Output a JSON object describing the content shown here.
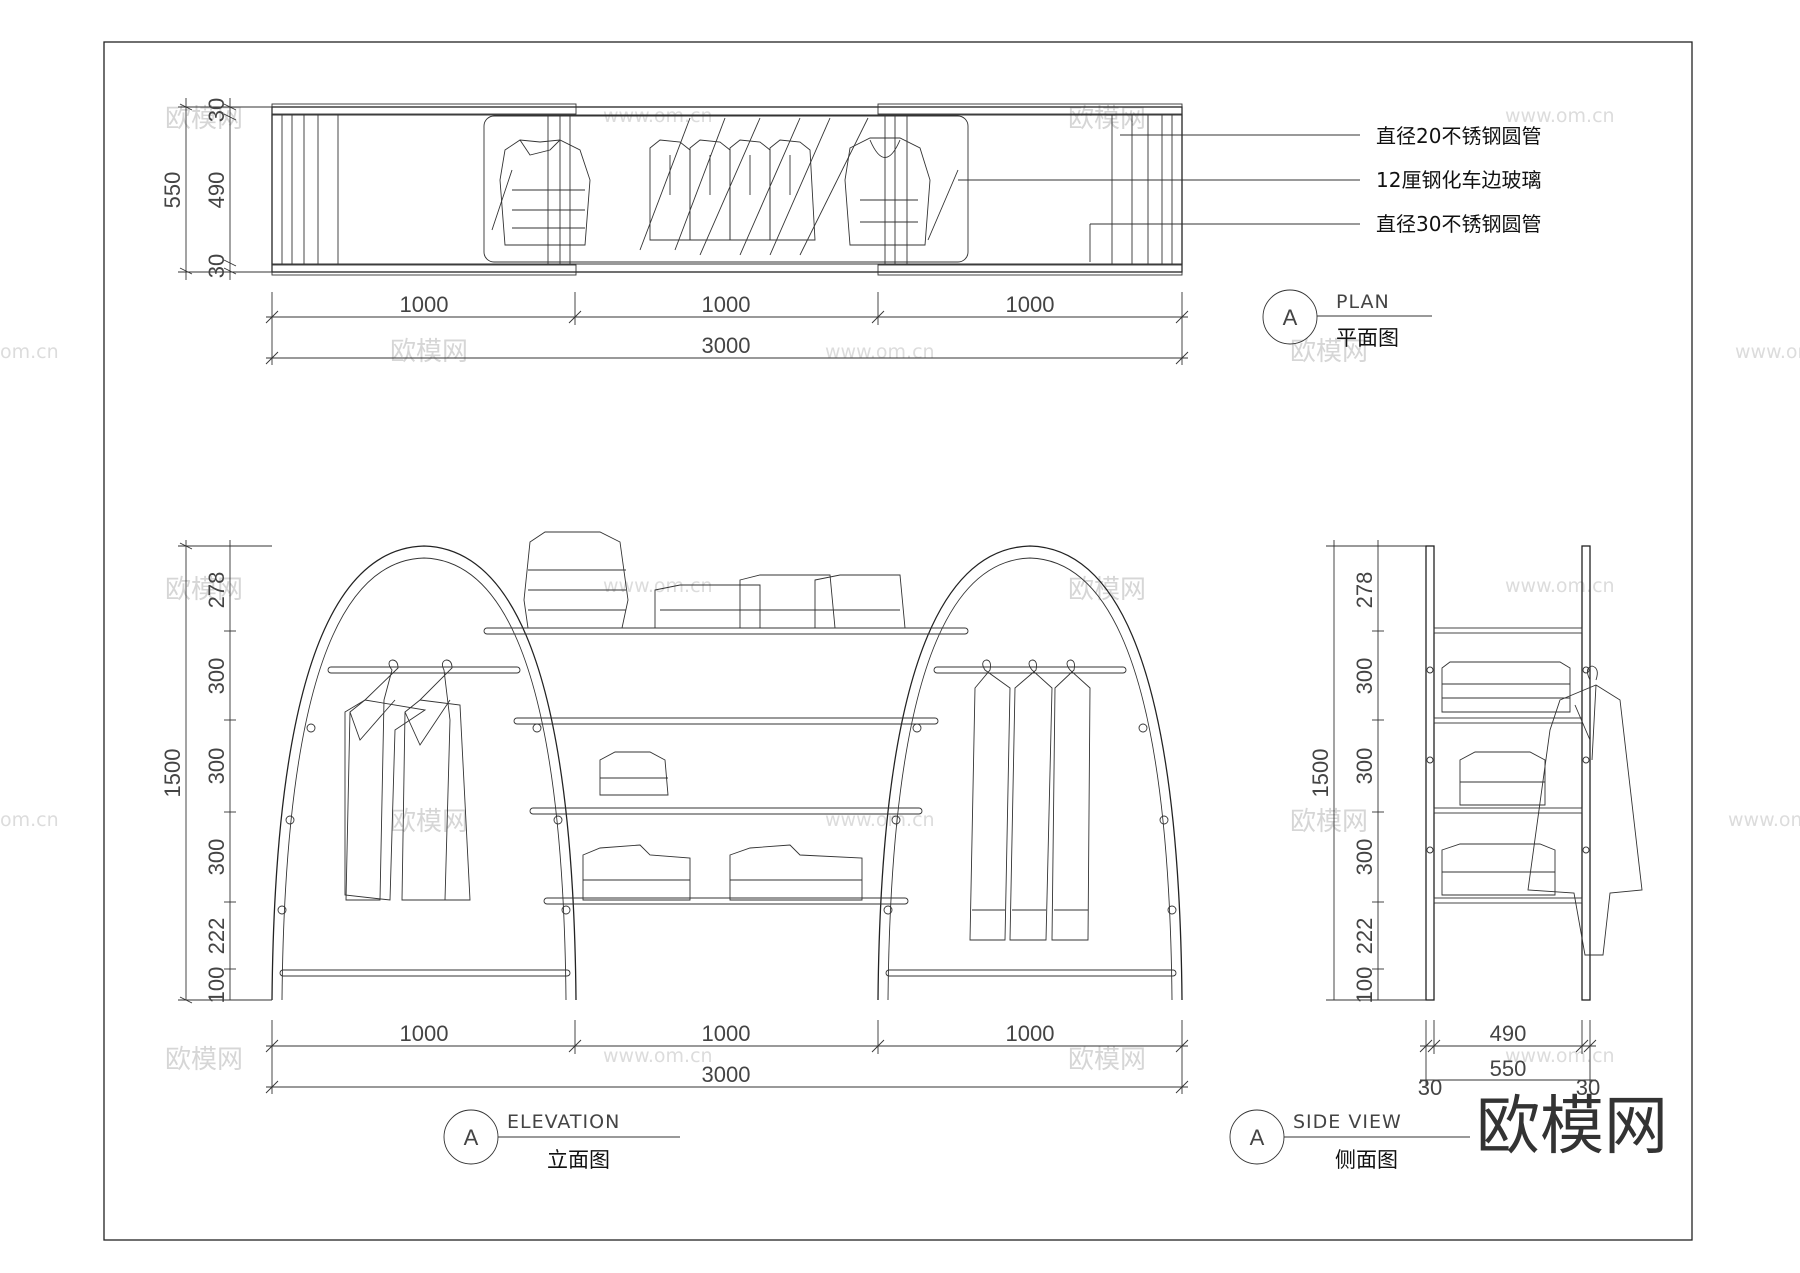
{
  "plan": {
    "label": "PLAN",
    "title": "平面图",
    "marker": "A",
    "depth_total": "550",
    "depth_parts": [
      "30",
      "490",
      "30"
    ],
    "widths": [
      "1000",
      "1000",
      "1000"
    ],
    "width_total": "3000"
  },
  "callouts": [
    "直径20不锈钢圆管",
    "12厘钢化车边玻璃",
    "直径30不锈钢圆管"
  ],
  "elevation": {
    "label": "ELEVATION",
    "title": "立面图",
    "marker": "A",
    "height_total": "1500",
    "height_parts": [
      "278",
      "300",
      "300",
      "300",
      "222",
      "100"
    ],
    "widths": [
      "1000",
      "1000",
      "1000"
    ],
    "width_total": "3000"
  },
  "side": {
    "label": "SIDE VIEW",
    "title": "侧面图",
    "marker": "A",
    "height_total": "1500",
    "height_parts": [
      "278",
      "300",
      "300",
      "300",
      "222",
      "100"
    ],
    "inner_width": "490",
    "total_width": "550",
    "edge_parts": [
      "30",
      "30"
    ]
  },
  "watermark": {
    "text": "欧模网",
    "url": "www.om.cn",
    "url_short": "om.cn"
  },
  "logo": "欧模网"
}
